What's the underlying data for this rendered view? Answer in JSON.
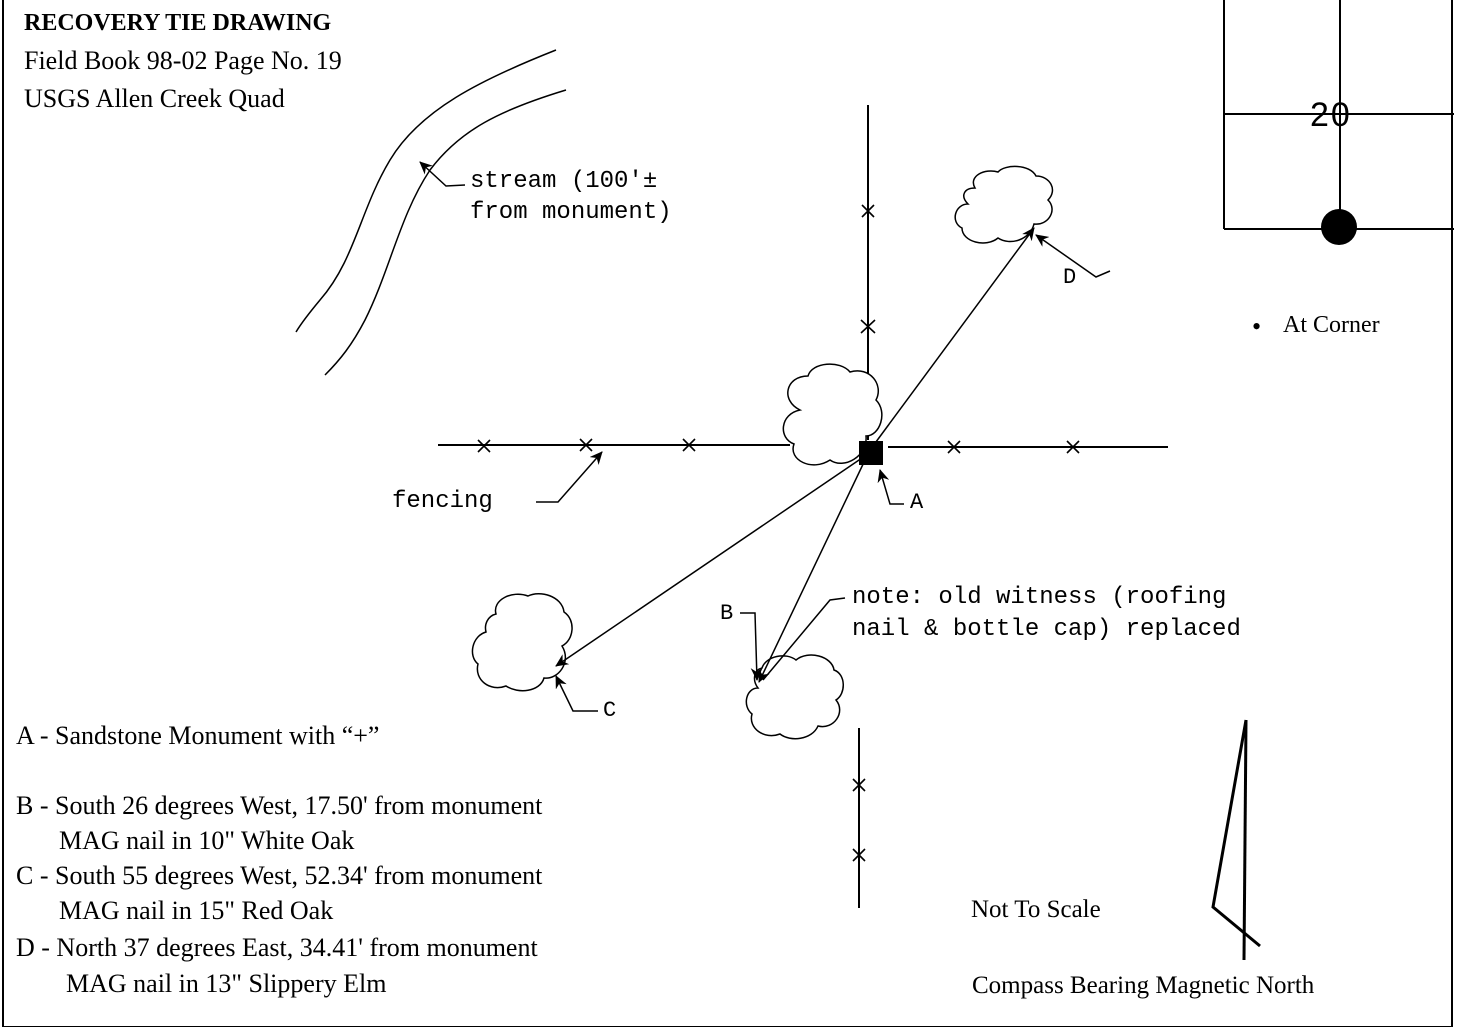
{
  "header": {
    "title": "RECOVERY TIE  DRAWING",
    "field_book": "Field Book 98-02    Page No. 19",
    "quad": "USGS Allen Creek Quad"
  },
  "section_number": "20",
  "inset_legend": {
    "bullet": "•",
    "text": "At Corner"
  },
  "annotations": {
    "stream_line1": "stream (100'±",
    "stream_line2": "from monument)",
    "fencing": "fencing",
    "point_a": "A",
    "point_b": "B",
    "point_c": "C",
    "point_d": "D",
    "note_line1": "note: old witness (roofing",
    "note_line2": "nail & bottle cap) replaced"
  },
  "legend": [
    {
      "line1": "A - Sandstone Monument with “+”"
    },
    {
      "line1": "B - South 26 degrees West, 17.50' from monument",
      "line2": "MAG nail in 10\" White Oak"
    },
    {
      "line1": "C - South 55 degrees West, 52.34' from monument",
      "line2": "MAG nail in 15\" Red Oak"
    },
    {
      "line1": "D - North 37 degrees East, 34.41' from monument",
      "line2": "MAG nail in 13\" Slippery Elm"
    }
  ],
  "scale_note": "Not To Scale",
  "compass_note": "Compass Bearing Magnetic North"
}
